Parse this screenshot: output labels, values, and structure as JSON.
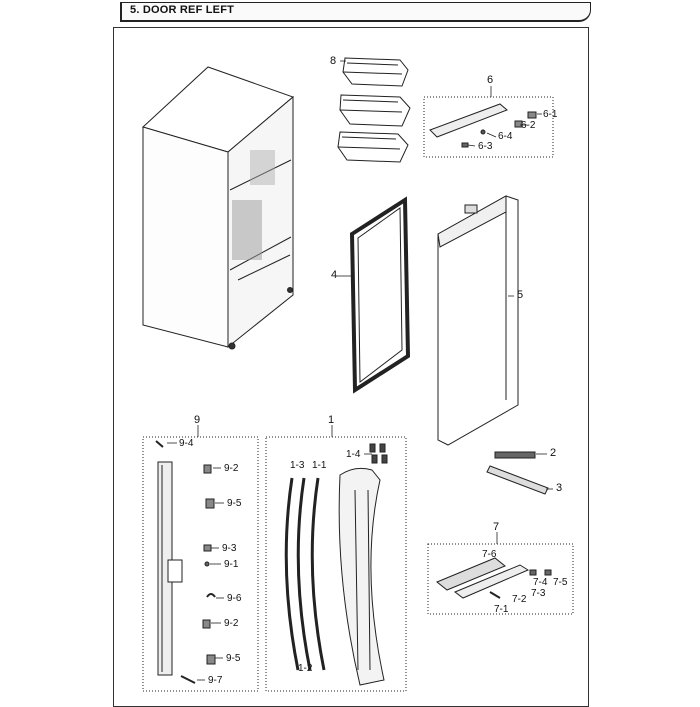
{
  "header": {
    "title": "5. DOOR REF LEFT"
  },
  "parts": {
    "p1": "1",
    "p1_1": "1-1",
    "p1_2": "1-2",
    "p1_3": "1-3",
    "p1_4": "1-4",
    "p2": "2",
    "p3": "3",
    "p4": "4",
    "p5": "5",
    "p6": "6",
    "p6_1": "6-1",
    "p6_2": "6-2",
    "p6_3": "6-3",
    "p6_4": "6-4",
    "p7": "7",
    "p7_1": "7-1",
    "p7_2": "7-2",
    "p7_3": "7-3",
    "p7_4": "7-4",
    "p7_5": "7-5",
    "p7_6": "7-6",
    "p8": "8",
    "p9": "9",
    "p9_1": "9-1",
    "p9_2a": "9-2",
    "p9_2b": "9-2",
    "p9_3": "9-3",
    "p9_4": "9-4",
    "p9_5a": "9-5",
    "p9_5b": "9-5",
    "p9_6": "9-6",
    "p9_7": "9-7"
  }
}
